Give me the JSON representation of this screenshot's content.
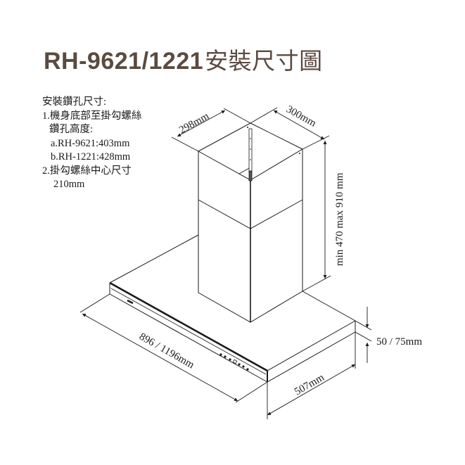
{
  "title": {
    "model": "RH-9621/1221",
    "suffix": "安裝尺寸圖",
    "color": "#5b4a3f"
  },
  "notes": {
    "heading": "安裝鑽孔尺寸:",
    "item1_line1": "1.機身底部至掛勾螺絲",
    "item1_line2": "鑽孔高度:",
    "item1_a": "a.RH-9621:403mm",
    "item1_b": "b.RH-1221:428mm",
    "item2_line1": "2.掛勾螺絲中心尺寸",
    "item2_value": "210mm"
  },
  "dimensions": {
    "chimney_depth": "298mm",
    "chimney_width": "300mm",
    "chimney_height": "min 470 max 910 mm",
    "hood_width": "896 / 1196mm",
    "hood_depth": "507mm",
    "hood_thickness": "50 / 75mm"
  },
  "colors": {
    "line": "#1a1a1a",
    "title": "#5b4a3f"
  }
}
